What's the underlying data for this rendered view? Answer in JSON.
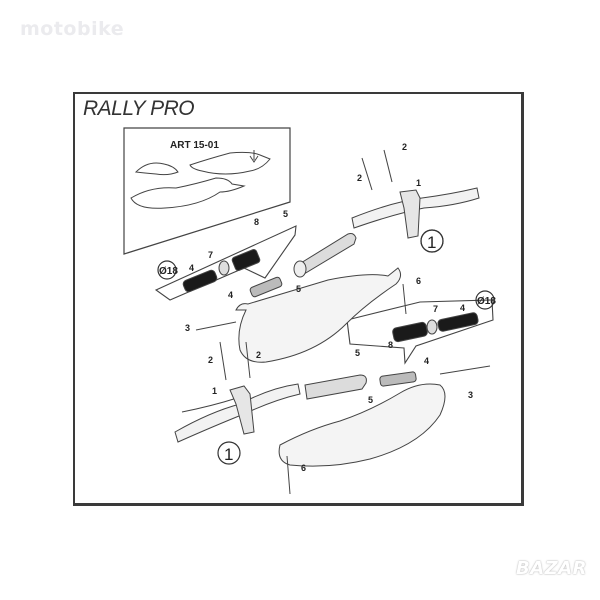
{
  "watermarks": {
    "top_left": "motobike",
    "bottom_right": "BAZAR"
  },
  "diagram": {
    "title": "RALLY PRO",
    "inset_label": "ART 15-01",
    "diameter_label": "Ø18",
    "callouts": {
      "clamp": "1",
      "bolt_clamp": "2",
      "long_bolt": "3",
      "bar_end_insert": "4",
      "spring_clip": "5",
      "guard_bolt": "6",
      "spacer_ring": "7",
      "rubber_sleeve": "8"
    },
    "assembly_number": "1"
  }
}
